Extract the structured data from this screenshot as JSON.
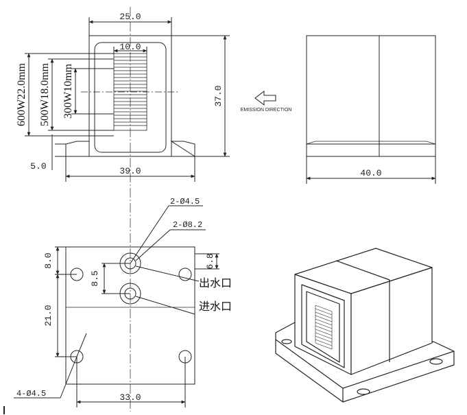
{
  "front_view": {
    "dim_top_width": "25.0",
    "dim_inner_width": "10.0",
    "dim_height": "37.0",
    "dim_base_width": "39.0",
    "dim_base_height": "5.0",
    "label_600w": "600W22.0mm",
    "label_500w": "500W18.0mm",
    "label_300w": "300W10mm"
  },
  "side_view": {
    "emission_label": "EMISSION DIRECTION",
    "dim_width": "40.0"
  },
  "bottom_view": {
    "hole_small_label": "2-Ø4.5",
    "hole_large_label": "2-Ø8.2",
    "dim_top_offset": "8.0",
    "dim_hole_spacing": "8.5",
    "dim_right_offset": "6.8",
    "dim_vertical": "21.0",
    "dim_width": "33.0",
    "mount_hole_label": "4-Ø4.5",
    "outlet_label": "出水口",
    "inlet_label": "进水口"
  },
  "colors": {
    "line": "#222222",
    "background": "#ffffff"
  }
}
